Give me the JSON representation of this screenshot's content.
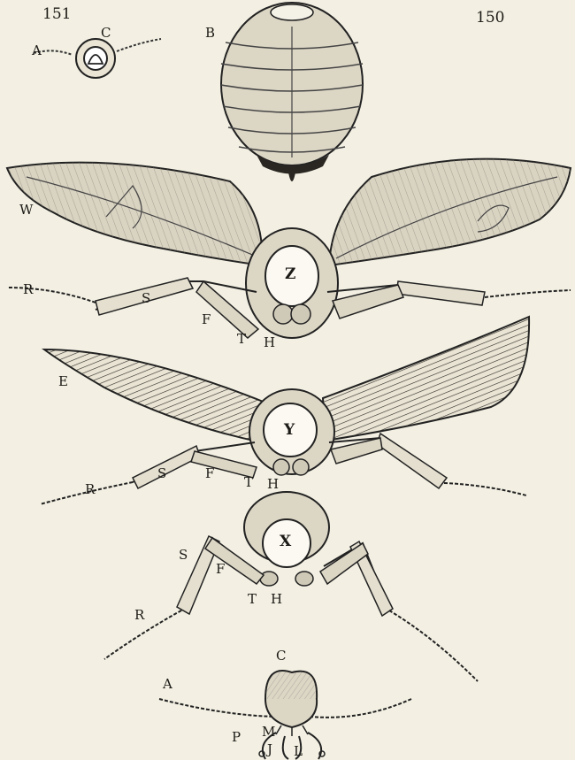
{
  "figure_numbers": {
    "left": "151",
    "right": "150"
  },
  "labels": {
    "a": "A",
    "b": "B",
    "c": "C",
    "e": "E",
    "f": "F",
    "h": "H",
    "j": "J",
    "l": "L",
    "m": "M",
    "p": "P",
    "r": "R",
    "s": "S",
    "t": "T",
    "w": "W",
    "x": "X",
    "y": "Y",
    "z": "Z"
  },
  "colors": {
    "paper": "#f3f0e3",
    "ink": "#1c1a16",
    "shade": "#c9c3b3",
    "light": "#e7e2d3"
  }
}
